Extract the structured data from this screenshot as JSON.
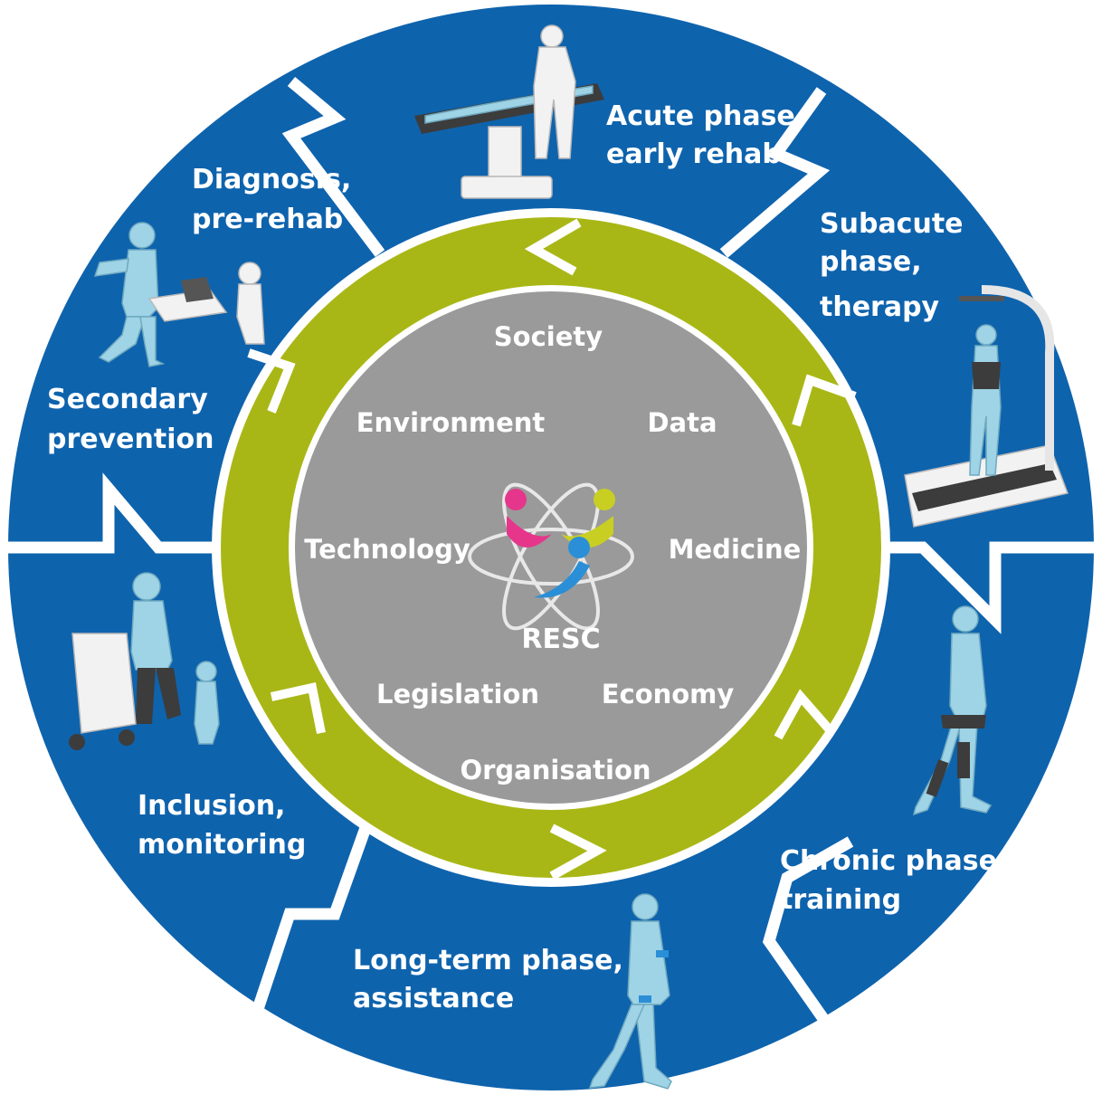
{
  "phases": [
    {
      "lines": [
        "Acute phase,",
        "early rehab"
      ]
    },
    {
      "lines": [
        "Subacute",
        "phase,",
        "therapy"
      ]
    },
    {
      "lines": [
        "Chronic phase,",
        "training"
      ]
    },
    {
      "lines": [
        "Long-term phase,",
        "assistance"
      ]
    },
    {
      "lines": [
        "Inclusion,",
        "monitoring"
      ]
    },
    {
      "lines": [
        "Secondary",
        "prevention"
      ]
    },
    {
      "lines": [
        "Diagnosis,",
        "pre-rehab"
      ]
    }
  ],
  "topics": [
    "Society",
    "Data",
    "Medicine",
    "Economy",
    "Organisation",
    "Legislation",
    "Technology",
    "Environment"
  ],
  "center": {
    "label": "RESC"
  },
  "colors": {
    "outer_ring": "#0e63ad",
    "separator": "#ffffff",
    "green_ring": "#a9b716",
    "inner_disc": "#9a9a9a",
    "logo_magenta": "#e5368c",
    "logo_yellow": "#c9cf22",
    "logo_blue": "#2a8fd6"
  },
  "illustrations": [
    {
      "icon": "patient-on-bed-icon"
    },
    {
      "icon": "treadmill-harness-icon"
    },
    {
      "icon": "exoskeleton-walker-icon"
    },
    {
      "icon": "wearable-sensor-walker-icon"
    },
    {
      "icon": "stroller-walker-icon"
    },
    {
      "icon": "runner-and-desk-icon"
    }
  ]
}
